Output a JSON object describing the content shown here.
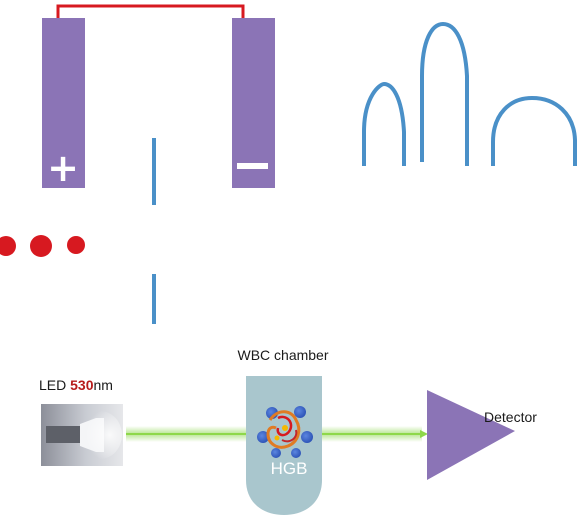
{
  "electrodes": {
    "positive_symbol": "+",
    "negative_symbol": "−",
    "color": "#8b74b6",
    "wire_color": "#d71920"
  },
  "particles": {
    "color": "#d71920",
    "count": 3
  },
  "aperture": {
    "color": "#4a90c8"
  },
  "pulses": {
    "color": "#4a90c8",
    "count": 3
  },
  "led": {
    "prefix": "LED ",
    "wavelength": "530",
    "unit": "nm",
    "highlight_color": "#b71c1c"
  },
  "chamber": {
    "title": "WBC chamber",
    "label": "HGB",
    "color": "#a9c6cd"
  },
  "beam": {
    "color": "#7fd13a"
  },
  "detector": {
    "label": "Detector",
    "color": "#8b74b6"
  }
}
